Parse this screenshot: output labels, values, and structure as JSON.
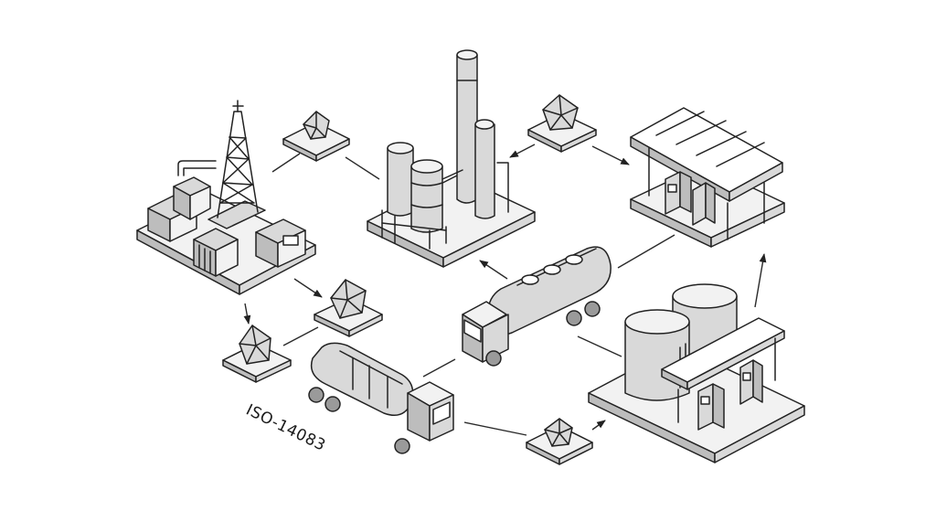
{
  "standard_label": "ISO-14083",
  "nodes": [
    {
      "id": "oil-well",
      "icon": "oil-derrick-icon"
    },
    {
      "id": "refinery",
      "icon": "refinery-icon"
    },
    {
      "id": "fuel-station",
      "icon": "fuel-station-icon"
    },
    {
      "id": "tank-truck-center",
      "icon": "tank-truck-icon"
    },
    {
      "id": "tank-truck-lower",
      "icon": "tank-truck-icon"
    },
    {
      "id": "storage-depot",
      "icon": "storage-tanks-icon"
    }
  ],
  "tokens": [
    {
      "id": "token-1",
      "icon": "polyhedron-token-icon"
    },
    {
      "id": "token-2",
      "icon": "polyhedron-token-icon"
    },
    {
      "id": "token-3",
      "icon": "polyhedron-token-icon"
    },
    {
      "id": "token-4",
      "icon": "polyhedron-token-icon"
    },
    {
      "id": "token-5",
      "icon": "polyhedron-token-icon"
    }
  ],
  "style": {
    "line_color": "#222222",
    "fill_light": "#f2f2f2",
    "fill_mid": "#d9d9d9",
    "fill_dark": "#bdbdbd"
  }
}
